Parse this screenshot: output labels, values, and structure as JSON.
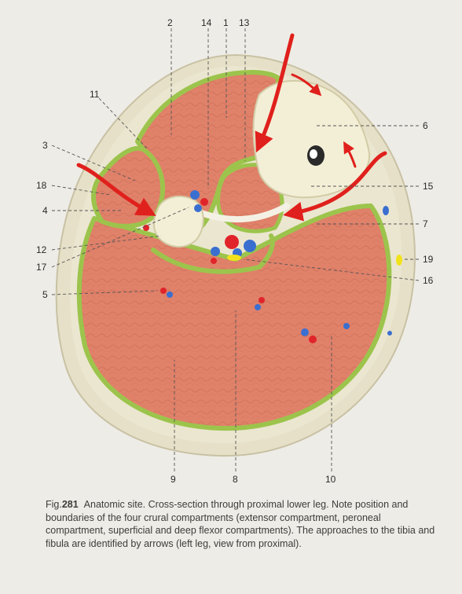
{
  "diagram": {
    "labels": {
      "l1": "1",
      "l2": "2",
      "l3": "3",
      "l4": "4",
      "l5": "5",
      "l6": "6",
      "l7": "7",
      "l8": "8",
      "l9": "9",
      "l10": "10",
      "l11": "11",
      "l12": "12",
      "l13": "13",
      "l14": "14",
      "l15": "15",
      "l16": "16",
      "l17": "17",
      "l18": "18",
      "l19": "19"
    },
    "colors": {
      "background": "#eeece6",
      "skin": "#e6e0c8",
      "fascia": "#9cc44c",
      "muscle": "#e0816a",
      "bone": "#f3efd6",
      "artery": "#e0242a",
      "vein": "#3a6fd0",
      "nerve": "#f2e21c",
      "approach_arrow": "#e0201c"
    }
  },
  "caption": {
    "fig_prefix": "Fig.",
    "fig_number": "281",
    "text": "Anatomic site. Cross-section through proximal lower leg. Note position and boundaries of the four crural compartments (extensor compartment, peroneal compartment, superficial and deep flexor compartments). The approaches to the tibia and fibula are identified by arrows (left leg, view from proximal)."
  }
}
